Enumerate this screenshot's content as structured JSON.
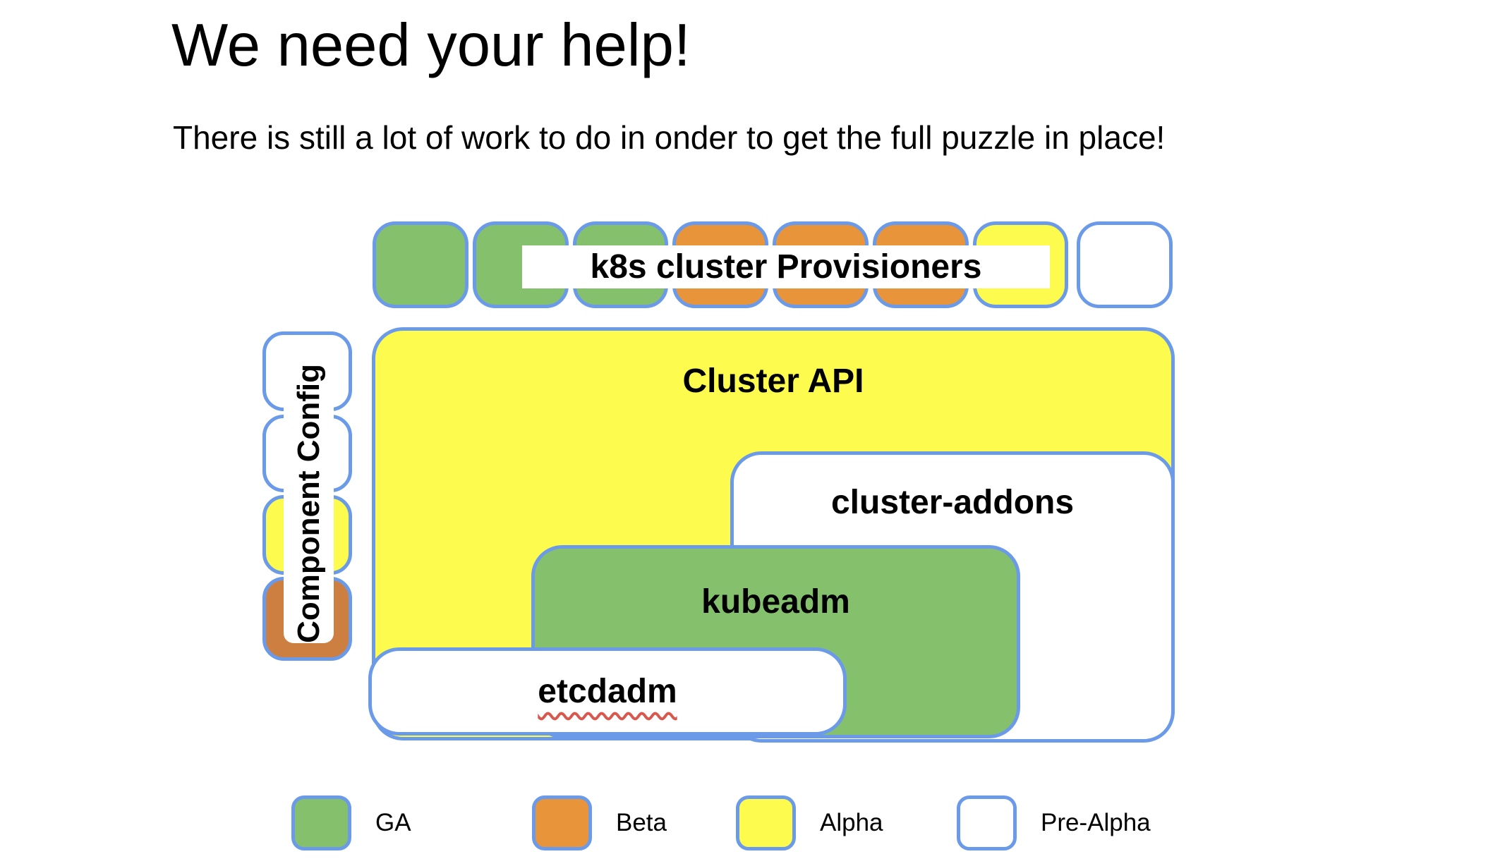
{
  "header": {
    "title": "We need your help!",
    "subtitle": "There is still a lot of work to do in onder to get the full puzzle in place!"
  },
  "colors": {
    "border": "#6b9ae8",
    "green": "#85c16d",
    "orange": "#e8943a",
    "orange_dark": "#cd7f42",
    "yellow": "#fdfb4d",
    "white": "#ffffff",
    "squiggle": "#d9584e"
  },
  "diagram": {
    "provisioners": {
      "label": "k8s cluster Provisioners",
      "tiles": [
        {
          "status": "GA",
          "color": "green"
        },
        {
          "status": "GA",
          "color": "green"
        },
        {
          "status": "GA",
          "color": "green"
        },
        {
          "status": "Beta",
          "color": "orange"
        },
        {
          "status": "Beta",
          "color": "orange"
        },
        {
          "status": "Beta",
          "color": "orange"
        },
        {
          "status": "Alpha",
          "color": "yellow"
        },
        {
          "status": "Pre-Alpha",
          "color": "white"
        }
      ]
    },
    "component_config": {
      "label": "Component Config",
      "tiles": [
        {
          "status": "Pre-Alpha",
          "color": "white"
        },
        {
          "status": "Pre-Alpha",
          "color": "white"
        },
        {
          "status": "Alpha",
          "color": "yellow"
        },
        {
          "status": "Beta",
          "color": "orange_dark"
        }
      ]
    },
    "boxes": {
      "cluster_api": {
        "label": "Cluster API",
        "status": "Alpha",
        "color": "yellow"
      },
      "cluster_addons": {
        "label": "cluster-addons",
        "status": "Pre-Alpha",
        "color": "white"
      },
      "kubeadm": {
        "label": "kubeadm",
        "status": "GA",
        "color": "green"
      },
      "etcdadm": {
        "label": "etcdadm",
        "status": "Pre-Alpha",
        "color": "white",
        "spellcheck_underline": true
      }
    },
    "legend": [
      {
        "label": "GA",
        "color": "green"
      },
      {
        "label": "Beta",
        "color": "orange"
      },
      {
        "label": "Alpha",
        "color": "yellow"
      },
      {
        "label": "Pre-Alpha",
        "color": "white"
      }
    ]
  }
}
